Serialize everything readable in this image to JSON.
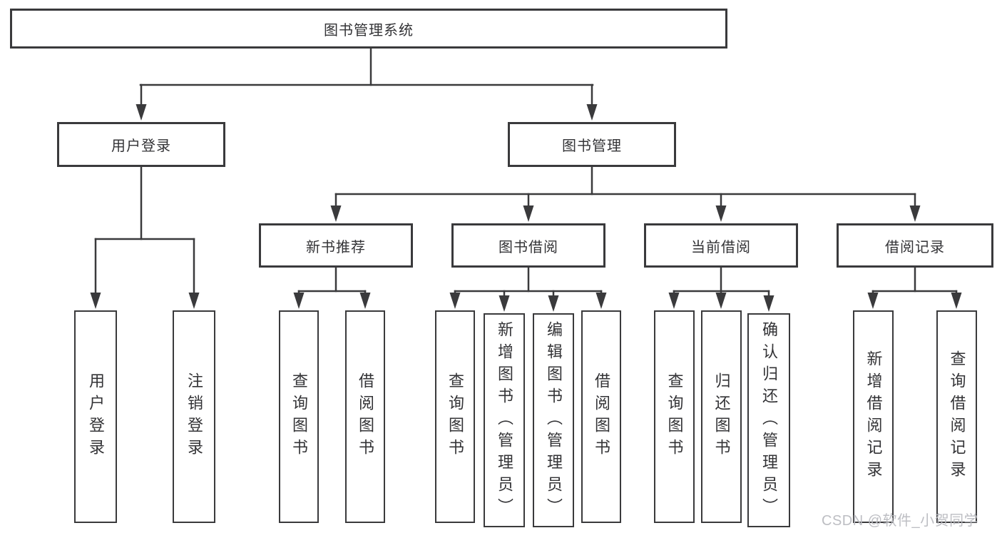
{
  "nodes": {
    "root": "图书管理系统",
    "user_login": "用户登录",
    "book_mgmt": "图书管理",
    "new_books": "新书推荐",
    "book_borrow": "图书借阅",
    "current_borrow": "当前借阅",
    "borrow_records": "借阅记录",
    "leaf_user_login": "用户登录",
    "leaf_logout": "注销登录",
    "leaf_nb_query": "查询图书",
    "leaf_nb_borrow": "借阅图书",
    "leaf_bb_query": "查询图书",
    "leaf_bb_add": "新增图书（管理员）",
    "leaf_bb_edit": "编辑图书（管理员）",
    "leaf_bb_borrow": "借阅图书",
    "leaf_cb_query": "查询图书",
    "leaf_cb_return": "归还图书",
    "leaf_cb_confirm": "确认归还（管理员）",
    "leaf_br_add": "新增借阅记录",
    "leaf_br_query": "查询借阅记录"
  },
  "colors": {
    "line": "#3a3a3c",
    "box_border": "#3a3a3c",
    "text": "#333336",
    "watermark": "#b9bac0"
  },
  "watermark": "CSDN @软件_小贺同学"
}
